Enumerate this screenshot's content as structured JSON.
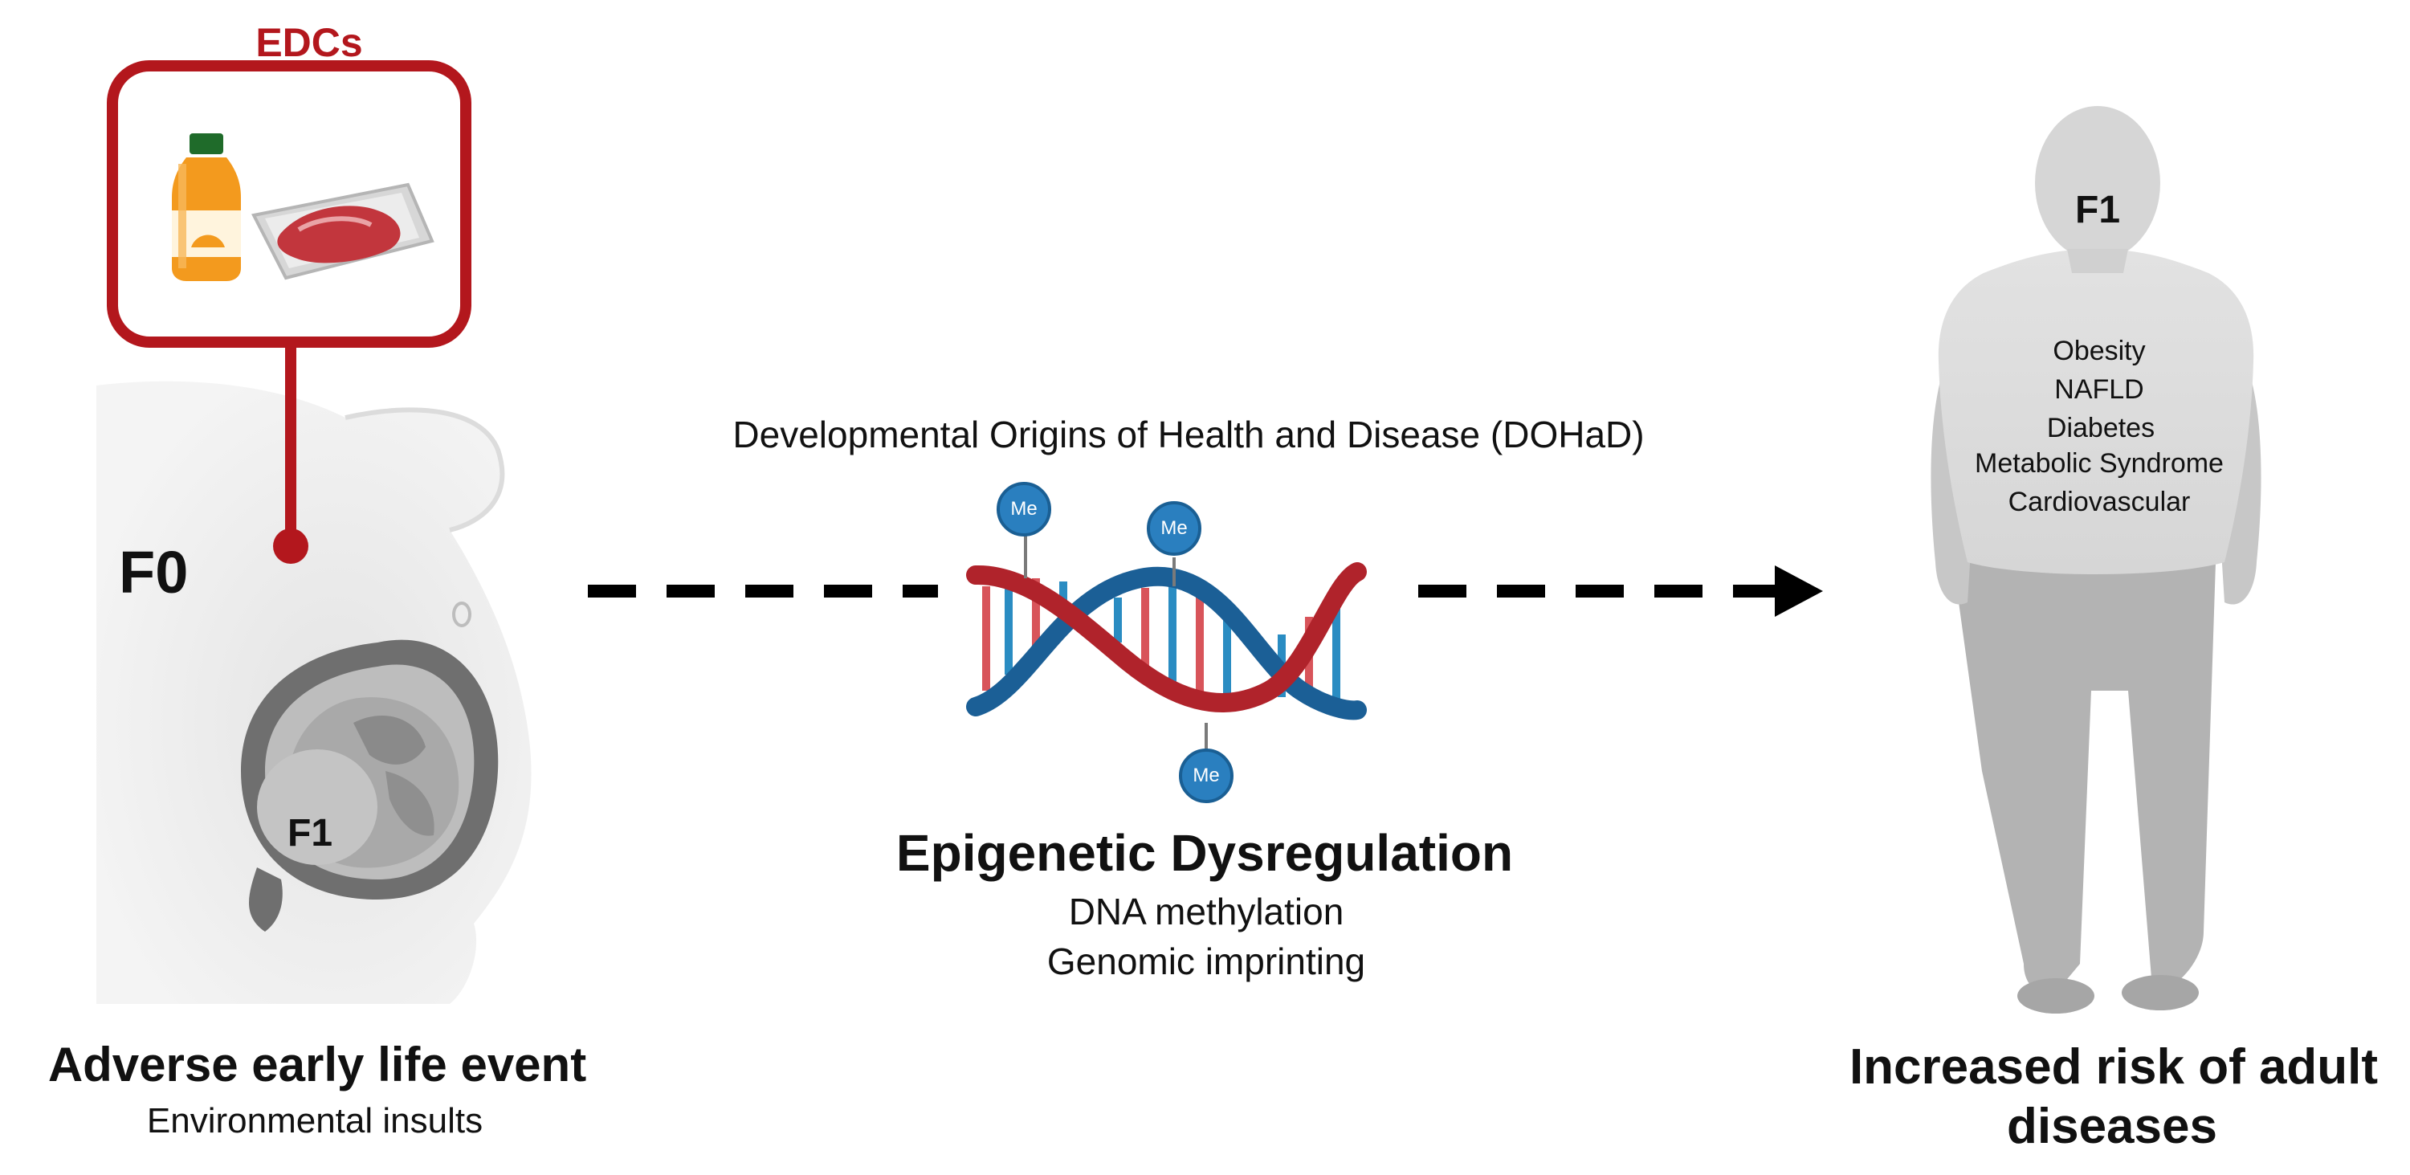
{
  "exposure": {
    "label": "EDCs",
    "items": [
      "juice-bottle-icon",
      "packaged-meat-icon"
    ]
  },
  "mother": {
    "generation": "F0",
    "fetus_generation": "F1"
  },
  "left_caption": {
    "title": "Adverse early life event",
    "subtitle": "Environmental insults"
  },
  "middle": {
    "top_label": "Developmental Origins of Health and Disease (DOHaD)",
    "methyl_tag": "Me",
    "title": "Epigenetic Dysregulation",
    "lines": [
      "DNA methylation",
      "Genomic imprinting"
    ]
  },
  "adult": {
    "generation": "F1",
    "diseases": [
      "Obesity",
      "NAFLD",
      "Diabetes",
      "Metabolic Syndrome",
      "Cardiovascular"
    ]
  },
  "right_caption": {
    "title_line1": "Increased risk of adult",
    "title_line2": "diseases"
  },
  "colors": {
    "edc_red": "#b3171d",
    "dna_red": "#c62128",
    "dna_blue": "#1b6fa8",
    "methyl_blue": "#2a7fbf",
    "silhouette_gray": "#c9c9c9",
    "arrow_black": "#000000"
  }
}
